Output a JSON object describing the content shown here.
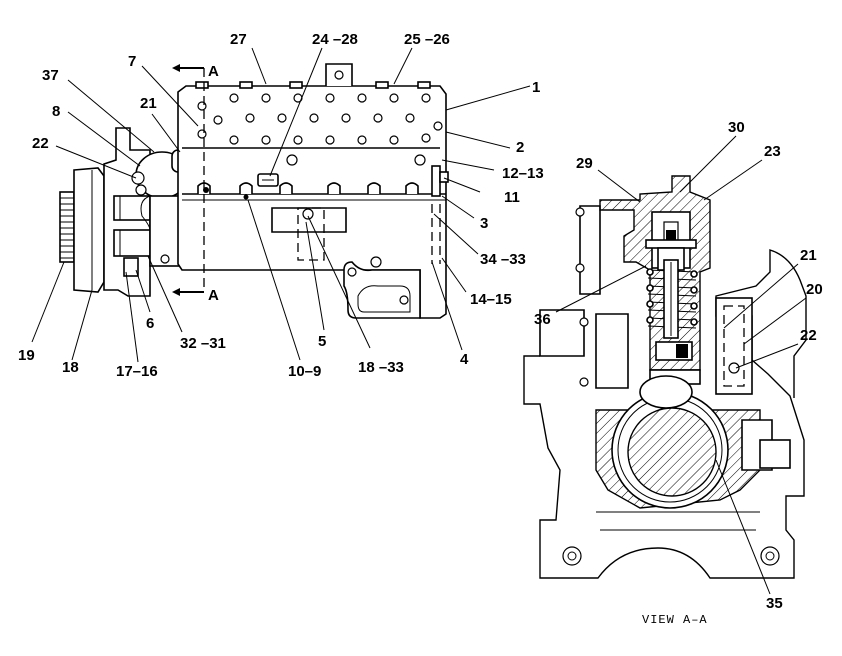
{
  "section_marker": "A",
  "callouts": [
    "27",
    "24 –28",
    "25 –26",
    "7",
    "37",
    "21",
    "8",
    "22",
    "1",
    "2",
    "12–13",
    "11",
    "3",
    "34 –33",
    "14–15",
    "4",
    "5",
    "18 –33",
    "10–9",
    "32 –31",
    "6",
    "17–16",
    "18",
    "19",
    "30",
    "29",
    "23",
    "21",
    "20",
    "22",
    "36",
    "35"
  ],
  "caption": "VIEW A–A"
}
